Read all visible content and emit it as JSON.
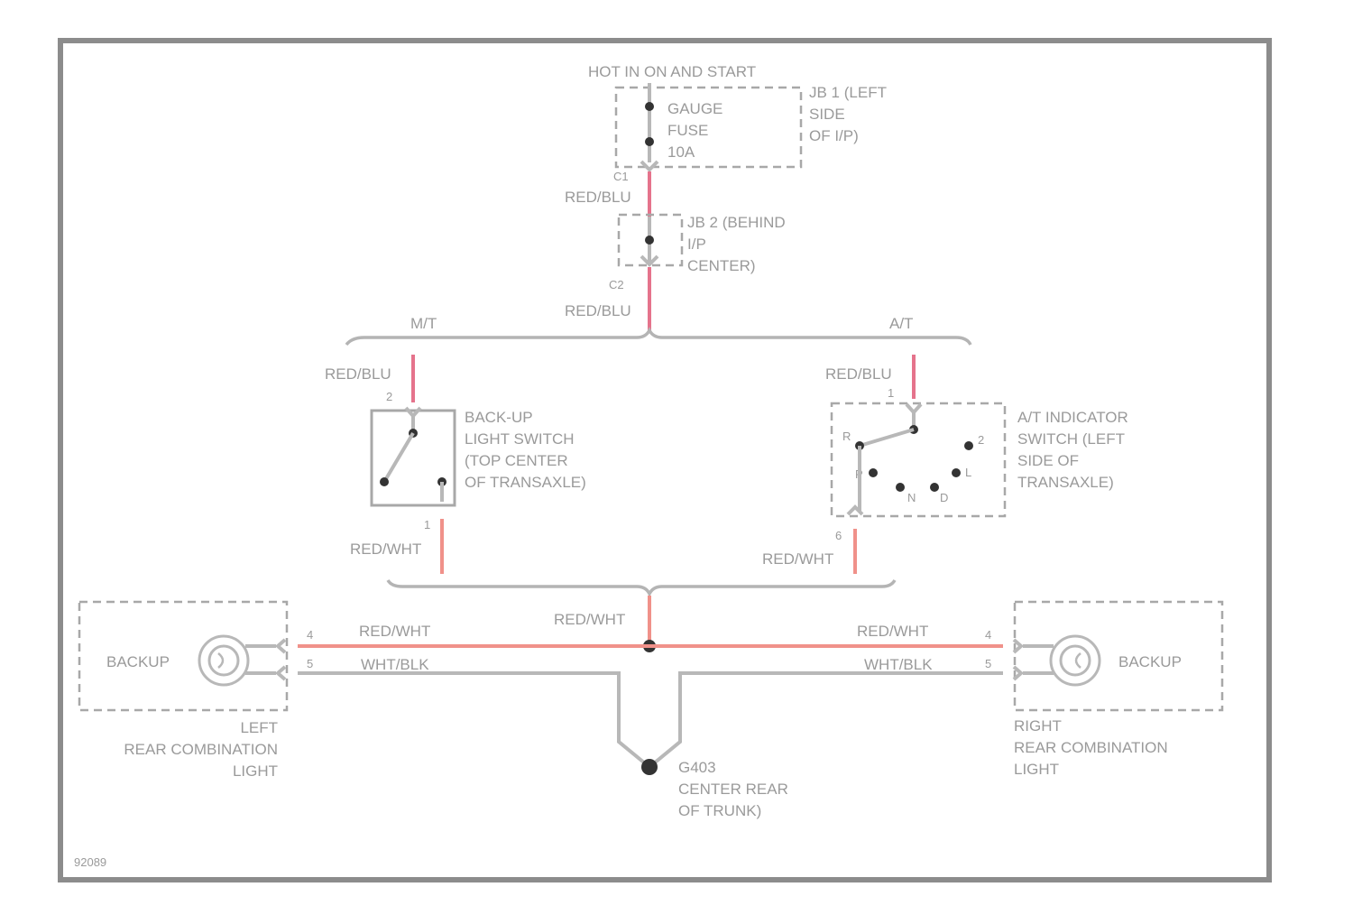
{
  "power": {
    "line1": "HOT IN ON AND START"
  },
  "fuse": {
    "line1": "GAUGE",
    "line2": "FUSE",
    "line3": "10A"
  },
  "jb1": {
    "line1": "JB 1 (LEFT",
    "line2": "SIDE",
    "line3": "OF I/P)"
  },
  "jb2": {
    "line1": "JB 2 (BEHIND",
    "line2": "I/P",
    "line3": "CENTER)"
  },
  "connectors": {
    "c1": "C1",
    "c2": "C2"
  },
  "wires": {
    "upper_1": "RED/BLU",
    "upper_2": "RED/BLU",
    "mt_feed": "RED/BLU",
    "at_feed": "RED/BLU",
    "mt_out": "RED/WHT",
    "at_out": "RED/WHT",
    "junction": "RED/WHT",
    "left_feed": "RED/WHT",
    "right_feed": "RED/WHT",
    "left_ground": "WHT/BLK",
    "right_ground": "WHT/BLK"
  },
  "branches": {
    "mt": "M/T",
    "at": "A/T"
  },
  "backup_switch": {
    "line1": "BACK-UP",
    "line2": "LIGHT SWITCH",
    "line3": "(TOP CENTER",
    "line4": "OF TRANSAXLE)"
  },
  "at_switch": {
    "line1": "A/T INDICATOR",
    "line2": "SWITCH (LEFT",
    "line3": "SIDE OF",
    "line4": "TRANSAXLE)"
  },
  "at_positions": {
    "p": "P",
    "r": "R",
    "n": "N",
    "d": "D",
    "two": "2",
    "l": "L"
  },
  "pins": {
    "mt_in": "2",
    "mt_out": "1",
    "at_in": "1",
    "at_out": "6",
    "left_top": "4",
    "left_bottom": "5",
    "right_top": "4",
    "right_bottom": "5"
  },
  "left_lamp": {
    "label": "BACKUP",
    "line1": "LEFT",
    "line2": "REAR COMBINATION",
    "line3": "LIGHT"
  },
  "right_lamp": {
    "label": "BACKUP",
    "line1": "RIGHT",
    "line2": "REAR COMBINATION",
    "line3": "LIGHT"
  },
  "ground": {
    "line1": "G403",
    "line2": "CENTER REAR",
    "line3": "OF TRUNK)"
  },
  "figure_id": "92089"
}
